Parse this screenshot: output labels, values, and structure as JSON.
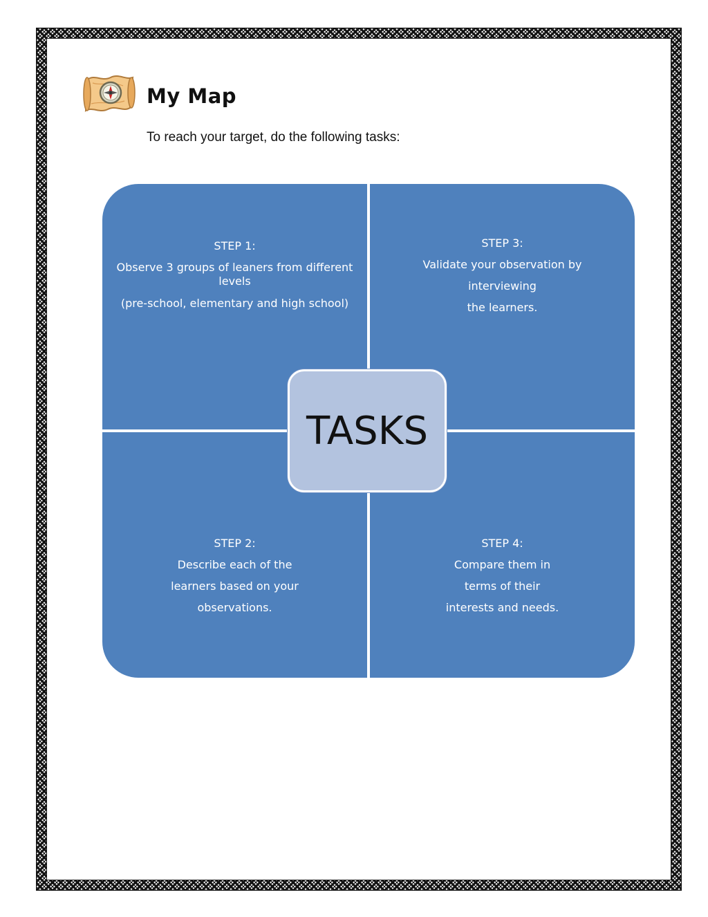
{
  "header": {
    "title": "My Map",
    "subtitle": "To reach your target, do the following tasks:",
    "icon": "treasure-map-compass-icon"
  },
  "matrix": {
    "center_label": "TASKS",
    "fill_color": "#4f81bd",
    "center_color": "#b3c3df",
    "steps": {
      "step1": {
        "heading": "STEP 1:",
        "lines": [
          "Observe 3 groups of leaners from different levels",
          "(pre-school, elementary and high school)"
        ]
      },
      "step2": {
        "heading": "STEP 2:",
        "lines": [
          "Describe each of the",
          "learners based on your",
          "observations."
        ]
      },
      "step3": {
        "heading": "STEP 3:",
        "lines": [
          "Validate your observation by",
          "interviewing",
          "the learners."
        ]
      },
      "step4": {
        "heading": "STEP 4:",
        "lines": [
          "Compare  them in",
          "terms of their",
          "interests and needs."
        ]
      }
    }
  }
}
